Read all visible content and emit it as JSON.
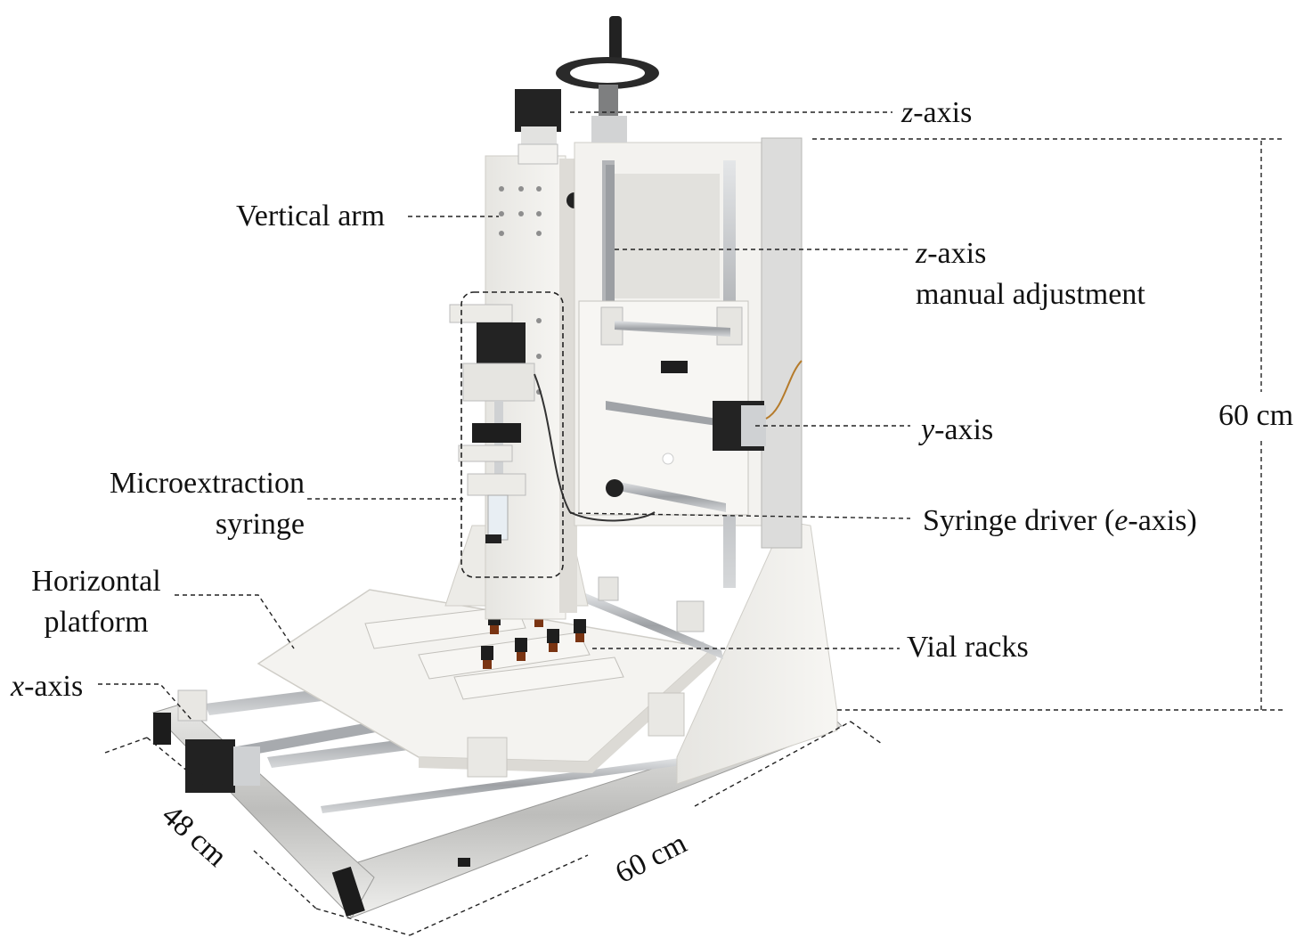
{
  "labels": {
    "z_axis": {
      "italic": "z",
      "rest": "-axis"
    },
    "vertical_arm": "Vertical arm",
    "z_manual": {
      "italic": "z",
      "rest": "-axis",
      "line2": "manual adjustment"
    },
    "y_axis": {
      "italic": "y",
      "rest": "-axis"
    },
    "height": "60 cm",
    "microextraction": {
      "line1": "Microextraction",
      "line2": "syringe"
    },
    "syringe_driver": {
      "pre": "Syringe driver (",
      "italic": "e",
      "post": "-axis)"
    },
    "horizontal_platform": {
      "line1": "Horizontal",
      "line2": "platform"
    },
    "vial_racks": "Vial racks",
    "x_axis": {
      "italic": "x",
      "rest": "-axis"
    },
    "depth": "48 cm",
    "width": "60 cm"
  },
  "colors": {
    "frame": "#f1f0ec",
    "frame_edge": "#cfcdc7",
    "motor": "#222222",
    "rail": "#b9bcc0",
    "rail_dark": "#8b8e92",
    "vial_cap": "#1e1e1e",
    "vial_body": "#7a3412",
    "aluminum": "#d8d8d6"
  }
}
